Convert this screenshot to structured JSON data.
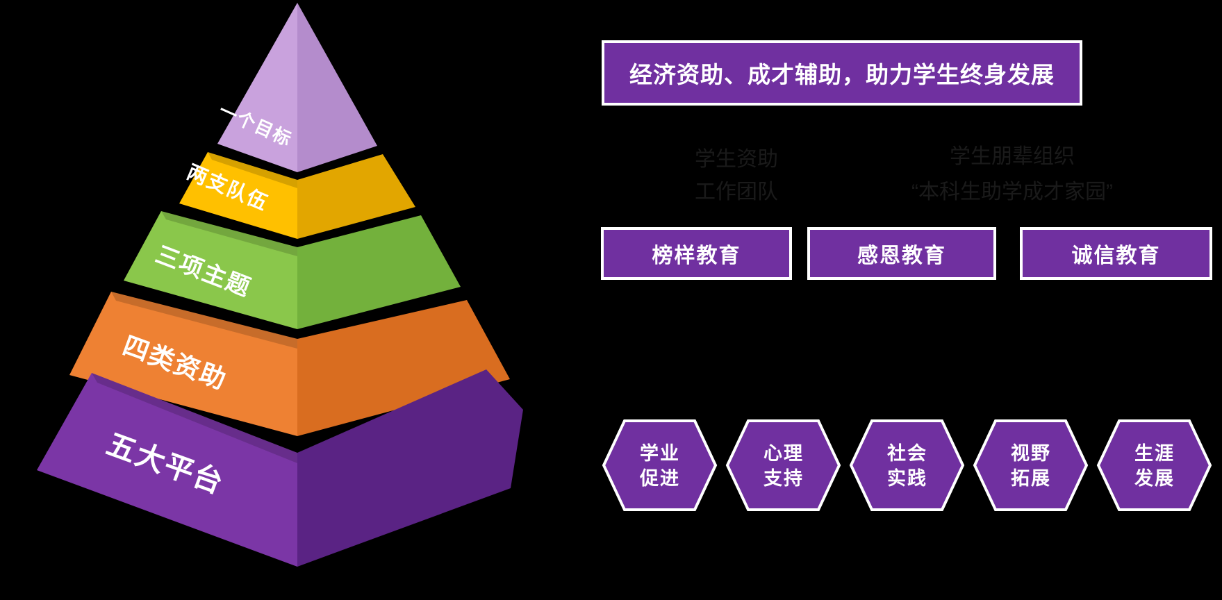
{
  "slide": {
    "background_color": "#000000",
    "accent_color": "#7030a0",
    "box_border_color": "#ffffff",
    "muted_text_color": "#1a1a1a"
  },
  "header": {
    "title": "经济资助、成才辅助，助力学生终身发展"
  },
  "pyramid": {
    "levels": [
      {
        "label": "一个目标",
        "color": "#c9a2dd",
        "color_dark": "#b48ccc"
      },
      {
        "label": "两支队伍",
        "color": "#ffc000",
        "color_dark": "#e2a600"
      },
      {
        "label": "三项主题",
        "color": "#8ac74b",
        "color_dark": "#73b13c"
      },
      {
        "label": "四类资助",
        "color": "#ee8133",
        "color_dark": "#d96d20"
      },
      {
        "label": "五大平台",
        "color": "#7b36a6",
        "color_dark": "#5a2384"
      }
    ]
  },
  "teams": {
    "left": {
      "line1": "学生资助",
      "line2": "工作团队"
    },
    "right": {
      "line1": "学生朋辈组织",
      "line2": "“本科生助学成才家园”"
    }
  },
  "education_boxes": [
    {
      "label": "榜样教育"
    },
    {
      "label": "感恩教育"
    },
    {
      "label": "诚信教育"
    }
  ],
  "platform_hexagons": [
    {
      "line1": "学业",
      "line2": "促进"
    },
    {
      "line1": "心理",
      "line2": "支持"
    },
    {
      "line1": "社会",
      "line2": "实践"
    },
    {
      "line1": "视野",
      "line2": "拓展"
    },
    {
      "line1": "生涯",
      "line2": "发展"
    }
  ]
}
